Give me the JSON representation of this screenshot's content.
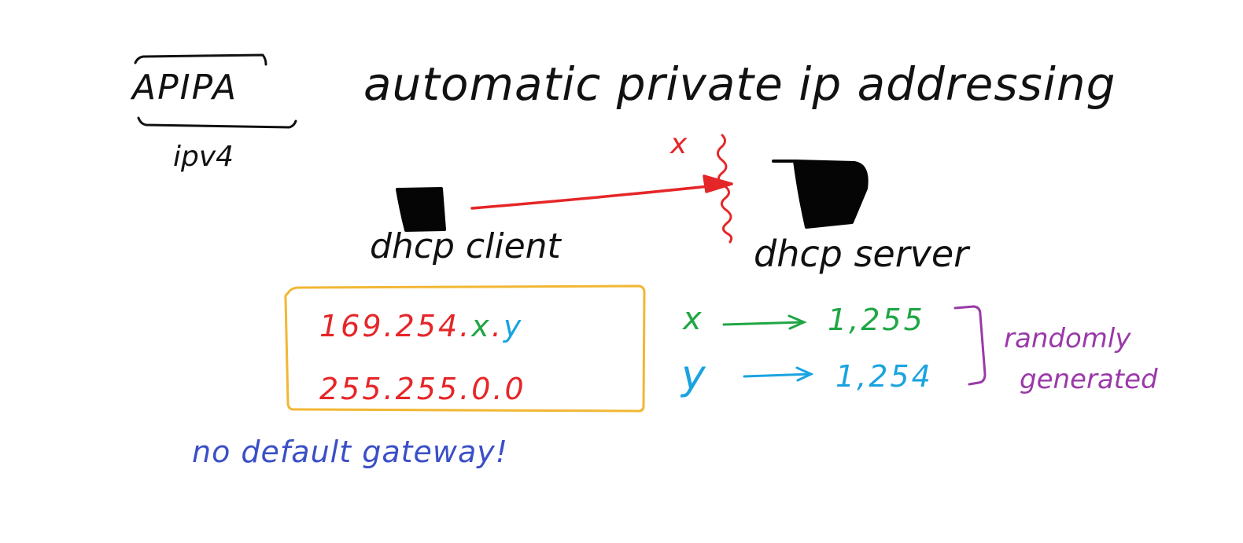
{
  "title": {
    "abbreviation": "APIPA",
    "full_name": "automatic private ip addressing",
    "protocol": "ipv4"
  },
  "diagram": {
    "blocked_mark": "x",
    "client_label": "dhcp client",
    "server_label": "dhcp server"
  },
  "address_box": {
    "ip": {
      "prefix": "169.254.",
      "x": "x",
      "dot": ".",
      "y": "y"
    },
    "mask": "255.255.0.0"
  },
  "ranges": {
    "x": {
      "var": "x",
      "range": "1,255"
    },
    "y": {
      "var": "y",
      "range": "1,254"
    },
    "note_line1": "randomly",
    "note_line2": "generated"
  },
  "footer_note": "no default gateway!",
  "colors": {
    "ink": "#111111",
    "red": "#e52628",
    "green": "#1fa645",
    "blue": "#1aa3e0",
    "purple": "#9a3aa8",
    "navy": "#3b4fc6",
    "box_border": "#f2b733"
  }
}
